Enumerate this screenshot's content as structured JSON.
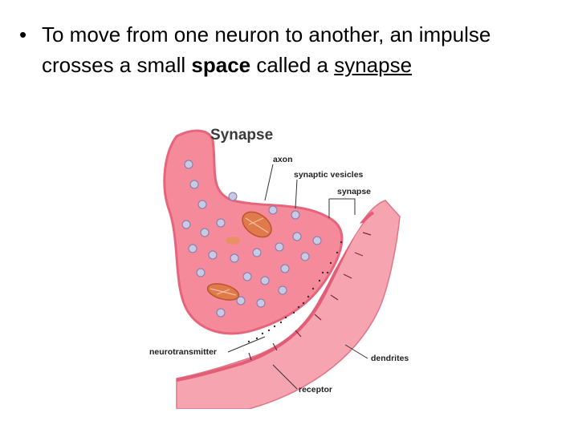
{
  "slide": {
    "bullet_symbol": "•",
    "text_part1": "To move from one neuron to another, an impulse crosses a small ",
    "text_bold": "space",
    "text_part2": " called a ",
    "text_underlined": "synapse"
  },
  "diagram": {
    "title": "Synapse",
    "labels": {
      "axon": "axon",
      "vesicles": "synaptic vesicles",
      "synapse": "synapse",
      "neurotransmitter": "neurotransmitter",
      "dendrites": "dendrites",
      "receptor": "receptor"
    },
    "colors": {
      "axon_fill": "#f48a9a",
      "axon_membrane": "#e8647b",
      "dendrite_fill": "#f6a4b0",
      "vesicle": "#c9c9e6",
      "mitochondrion": "#e07a4a"
    }
  }
}
